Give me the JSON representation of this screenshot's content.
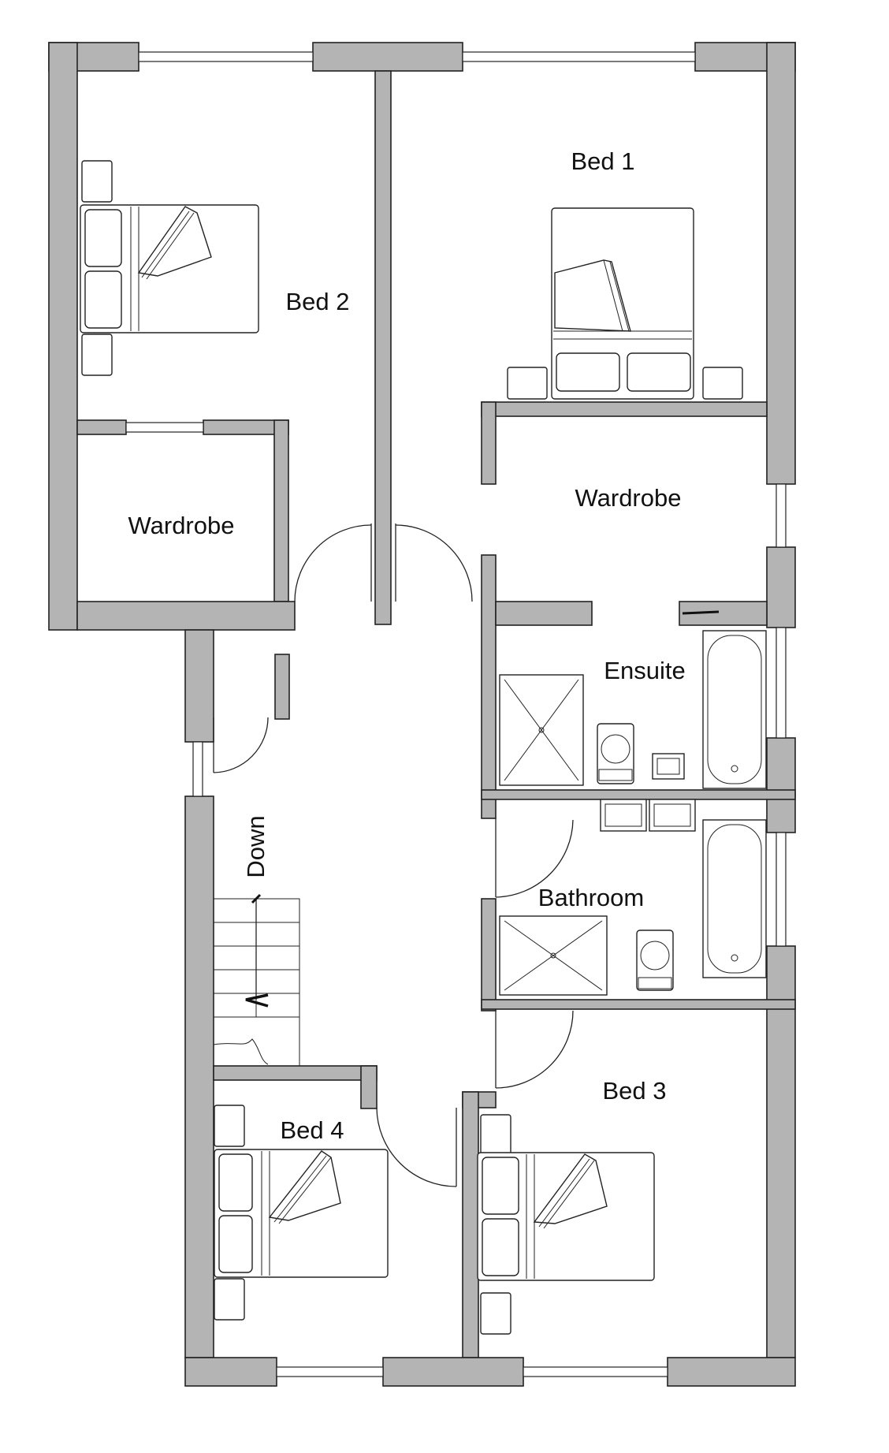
{
  "colors": {
    "wall": "#b4b4b4",
    "line": "#222222",
    "background": "#ffffff"
  },
  "rooms": {
    "bed1": "Bed 1",
    "bed2": "Bed 2",
    "bed3": "Bed 3",
    "bed4": "Bed 4",
    "wardrobe_left": "Wardrobe",
    "wardrobe_right": "Wardrobe",
    "ensuite": "Ensuite",
    "bathroom": "Bathroom"
  },
  "stairs": {
    "direction_label": "Down"
  }
}
